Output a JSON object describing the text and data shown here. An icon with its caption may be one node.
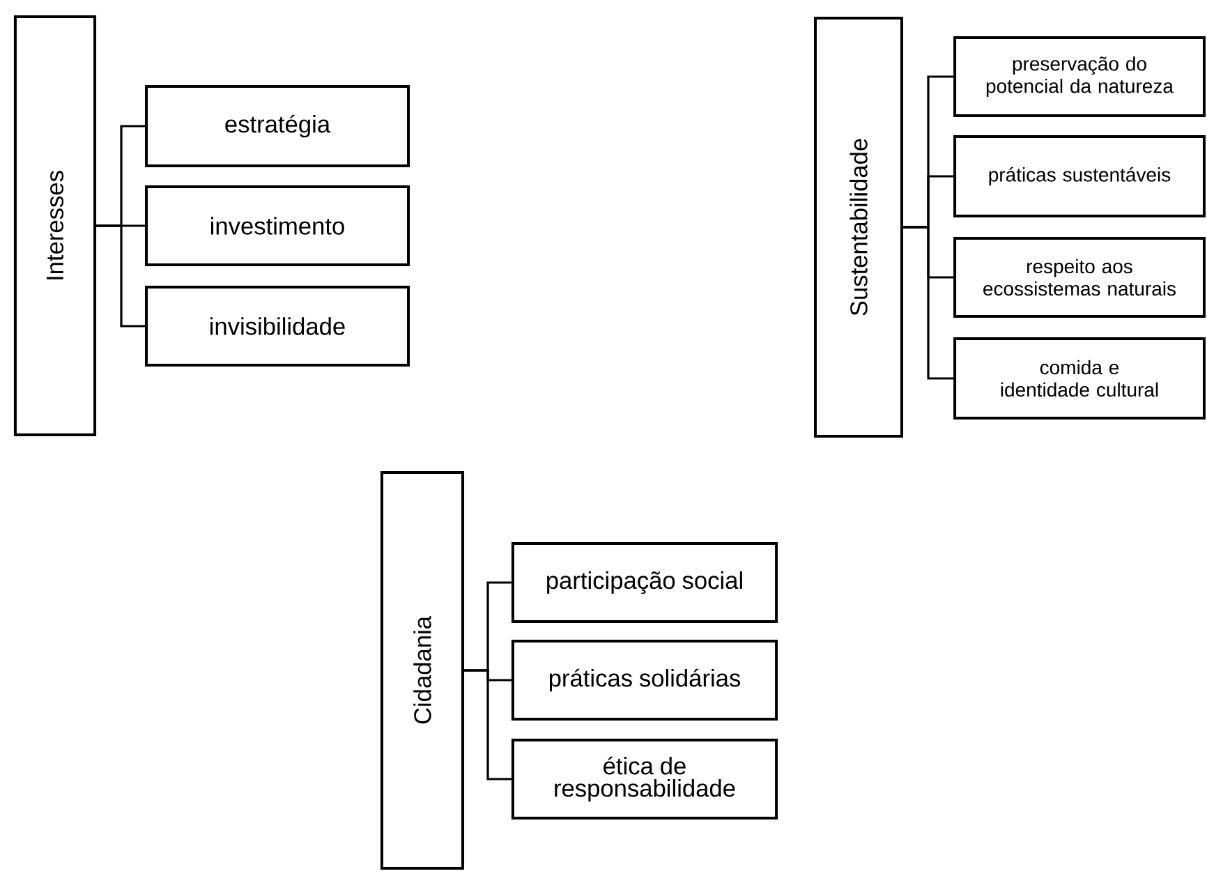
{
  "diagram": {
    "nodes": [
      {
        "text": [
          "Interesses"
        ]
      },
      {
        "text": [
          "estratégia"
        ]
      },
      {
        "text": [
          "investimento"
        ]
      },
      {
        "text": [
          "invisibilidade"
        ]
      },
      {
        "text": [
          "Sustentabilidade"
        ]
      },
      {
        "text": [
          "preservação do potencial da natureza"
        ]
      },
      {
        "text": [
          "práticas sustentáveis"
        ]
      },
      {
        "text": [
          "respeito aos ecossistemas naturais"
        ]
      },
      {
        "text": [
          "comida e identidade cultural"
        ]
      },
      {
        "text": [
          "Cidadania"
        ]
      },
      {
        "text": [
          "participação social"
        ]
      },
      {
        "text": [
          "práticas solidárias"
        ]
      },
      {
        "text": [
          "ética de responsabilidade"
        ]
      }
    ],
    "edges": [
      {
        "from": 0,
        "to": 1,
        "arrow": "none"
      },
      {
        "from": 0,
        "to": 2,
        "arrow": "none"
      },
      {
        "from": 0,
        "to": 3,
        "arrow": "none"
      },
      {
        "from": 4,
        "to": 5,
        "arrow": "none"
      },
      {
        "from": 4,
        "to": 6,
        "arrow": "none"
      },
      {
        "from": 4,
        "to": 7,
        "arrow": "none"
      },
      {
        "from": 4,
        "to": 8,
        "arrow": "none"
      },
      {
        "from": 9,
        "to": 10,
        "arrow": "none"
      },
      {
        "from": 9,
        "to": 11,
        "arrow": "none"
      },
      {
        "from": 9,
        "to": 12,
        "arrow": "none"
      }
    ]
  }
}
